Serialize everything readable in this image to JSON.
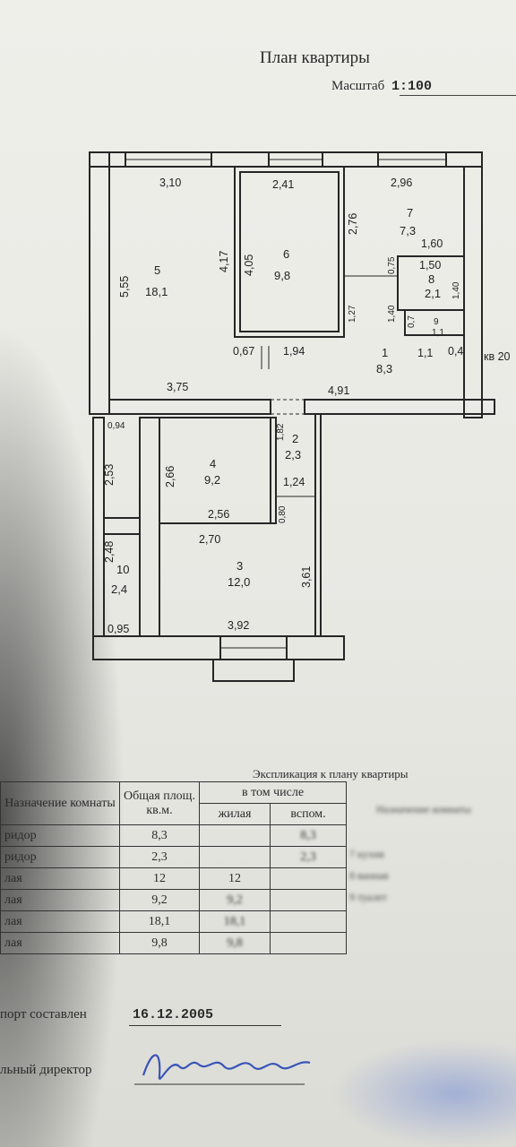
{
  "header": {
    "title": "План квартиры",
    "scale_label": "Масштаб",
    "scale_value": "1:100"
  },
  "plan": {
    "rooms": [
      {
        "number": "5",
        "area": "18,1"
      },
      {
        "number": "6",
        "area": "9,8"
      },
      {
        "number": "7",
        "area": "7,3"
      },
      {
        "number": "8",
        "area": "2,1"
      },
      {
        "number": "9",
        "area": "1,1"
      },
      {
        "number": "1",
        "area": "8,3"
      },
      {
        "number": "2",
        "area": "2,3"
      },
      {
        "number": "4",
        "area": "9,2"
      },
      {
        "number": "3",
        "area": "12,0"
      },
      {
        "number": "10",
        "area": "2,4"
      }
    ],
    "dimensions": [
      "3,10",
      "2,41",
      "2,96",
      "2,76",
      "5,55",
      "4,17",
      "4,05",
      "1,60",
      "1,50",
      "1,40",
      "0,75",
      "1,27",
      "1,40",
      "0,7",
      "0,67",
      "1,94",
      "1,1",
      "0,4",
      "3,75",
      "4,91",
      "0,94",
      "1,82",
      "2,53",
      "2,66",
      "1,24",
      "0,80",
      "2,56",
      "2,70",
      "2,48",
      "3,61",
      "0,95",
      "3,92"
    ],
    "neighbor_label": "кв 20"
  },
  "explication": {
    "title": "Экспликация к плану квартиры",
    "headers": {
      "name": "Назначение комнаты",
      "total": "Общая площ. кв.м.",
      "including": "в том числе",
      "living": "жилая",
      "aux": "вспом."
    },
    "rows": [
      {
        "name": "ридор",
        "total": "8,3",
        "living": "",
        "aux": "8,3"
      },
      {
        "name": "ридор",
        "total": "2,3",
        "living": "",
        "aux": "2,3"
      },
      {
        "name": "лая",
        "total": "12",
        "living": "12",
        "aux": ""
      },
      {
        "name": "лая",
        "total": "9,2",
        "living": "9,2",
        "aux": ""
      },
      {
        "name": "лая",
        "total": "18,1",
        "living": "18,1",
        "aux": ""
      },
      {
        "name": "лая",
        "total": "9,8",
        "living": "9,8",
        "aux": ""
      }
    ],
    "side_header": "Назначение комнаты",
    "side_rows": [
      "7 кухня",
      "8 ванная",
      "9 туалет"
    ]
  },
  "footer": {
    "compiled_label": "порт составлен",
    "compiled_date": "16.12.2005",
    "director_label": "льный директор"
  }
}
